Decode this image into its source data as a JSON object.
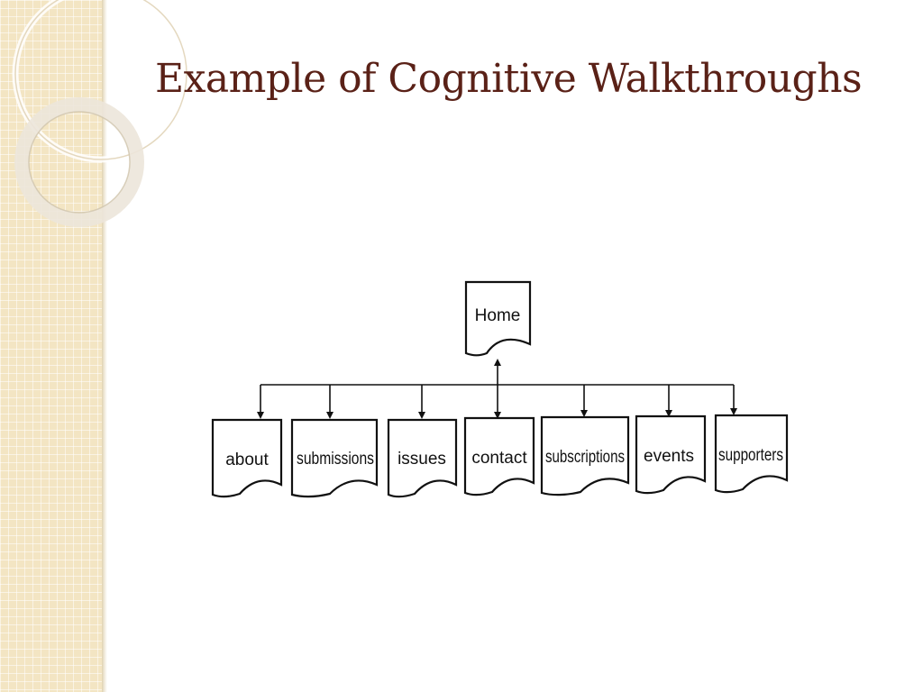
{
  "slide": {
    "title": "Example of Cognitive Walkthroughs"
  },
  "diagram": {
    "root": {
      "label": "Home"
    },
    "children": [
      {
        "label": "about"
      },
      {
        "label": "submissions"
      },
      {
        "label": "issues"
      },
      {
        "label": "contact"
      },
      {
        "label": "subscriptions"
      },
      {
        "label": "events"
      },
      {
        "label": "supporters"
      }
    ]
  },
  "colors": {
    "title": "#5a2117",
    "sidebar": "#f3e5c3",
    "ink": "#111111"
  }
}
